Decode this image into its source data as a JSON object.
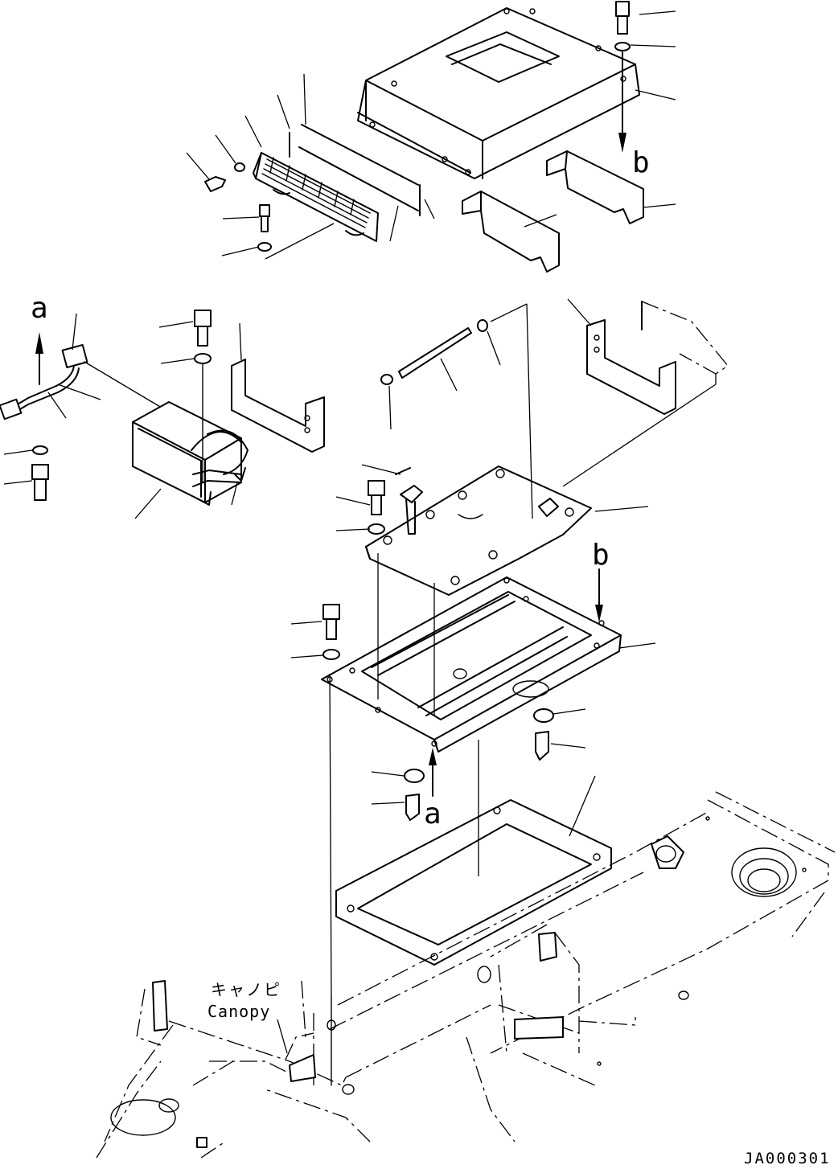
{
  "labels": {
    "ref_b_top": "b",
    "ref_a_left": "a",
    "ref_b_mid": "b",
    "ref_a_bottom": "a",
    "canopy_jp": "キャノピ",
    "canopy_en": "Canopy",
    "drawing_code": "JA000301"
  }
}
